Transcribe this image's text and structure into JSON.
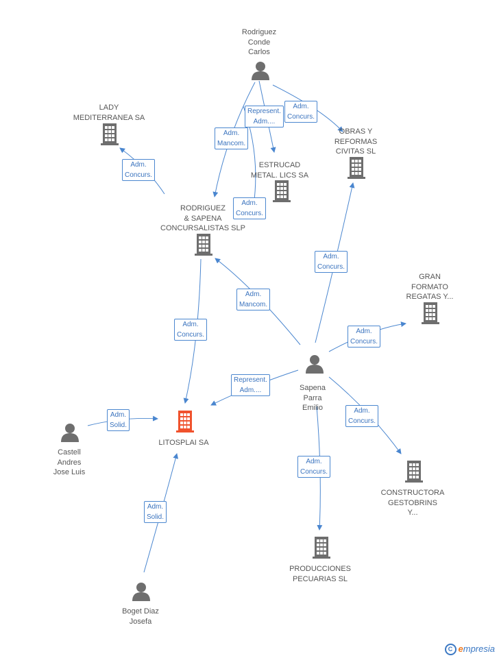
{
  "nodes": {
    "rodriguez_conde": {
      "label": [
        "Rodriguez",
        "Conde",
        "Carlos"
      ],
      "type": "person"
    },
    "lady": {
      "label": [
        "LADY",
        "MEDITERRANEA SA"
      ],
      "type": "company"
    },
    "obras": {
      "label": [
        "OBRAS Y",
        "REFORMAS",
        "CIVITAS SL"
      ],
      "type": "company"
    },
    "estrucad": {
      "label": [
        "ESTRUCAD",
        "METAL. LICS SA"
      ],
      "type": "company"
    },
    "rodriguez_sapena": {
      "label": [
        "RODRIGUEZ",
        "& SAPENA",
        "CONCURSALISTAS SLP"
      ],
      "type": "company"
    },
    "gran_formato": {
      "label": [
        "GRAN",
        "FORMATO",
        "REGATAS Y..."
      ],
      "type": "company"
    },
    "sapena": {
      "label": [
        "Sapena",
        "Parra",
        "Emilio"
      ],
      "type": "person"
    },
    "litosplai": {
      "label": [
        "LITOSPLAI SA"
      ],
      "type": "company",
      "main": true
    },
    "castell": {
      "label": [
        "Castell",
        "Andres",
        "Jose Luis"
      ],
      "type": "person"
    },
    "constructora": {
      "label": [
        "CONSTRUCTORA",
        "GESTOBRINS",
        "Y..."
      ],
      "type": "company"
    },
    "producciones": {
      "label": [
        "PRODUCCIONES",
        "PECUARIAS SL"
      ],
      "type": "company"
    },
    "boget": {
      "label": [
        "Boget Diaz",
        "Josefa"
      ],
      "type": "person"
    }
  },
  "edges": [
    {
      "id": "e1",
      "label": [
        "Represent.",
        "Adm...."
      ]
    },
    {
      "id": "e2",
      "label": [
        "Adm.",
        "Concurs."
      ]
    },
    {
      "id": "e3",
      "label": [
        "Adm.",
        "Mancom."
      ]
    },
    {
      "id": "e4",
      "label": [
        "Adm.",
        "Concurs."
      ]
    },
    {
      "id": "e5",
      "label": [
        "Adm.",
        "Concurs."
      ]
    },
    {
      "id": "e6",
      "label": [
        "Adm.",
        "Concurs."
      ]
    },
    {
      "id": "e7",
      "label": [
        "Adm.",
        "Mancom."
      ]
    },
    {
      "id": "e8",
      "label": [
        "Adm.",
        "Concurs."
      ]
    },
    {
      "id": "e9",
      "label": [
        "Adm.",
        "Concurs."
      ]
    },
    {
      "id": "e10",
      "label": [
        "Represent.",
        "Adm...."
      ]
    },
    {
      "id": "e11",
      "label": [
        "Adm.",
        "Solid."
      ]
    },
    {
      "id": "e12",
      "label": [
        "Adm.",
        "Concurs."
      ]
    },
    {
      "id": "e13",
      "label": [
        "Adm.",
        "Concurs."
      ]
    },
    {
      "id": "e14",
      "label": [
        "Adm.",
        "Solid."
      ]
    }
  ],
  "colors": {
    "edge": "#4a86cf",
    "node_icon": "#6e6e6e",
    "main_icon": "#f0522d",
    "label_text": "#555555"
  },
  "brand": {
    "c_symbol": "C",
    "e_letter": "e",
    "rest": "mpresia"
  }
}
